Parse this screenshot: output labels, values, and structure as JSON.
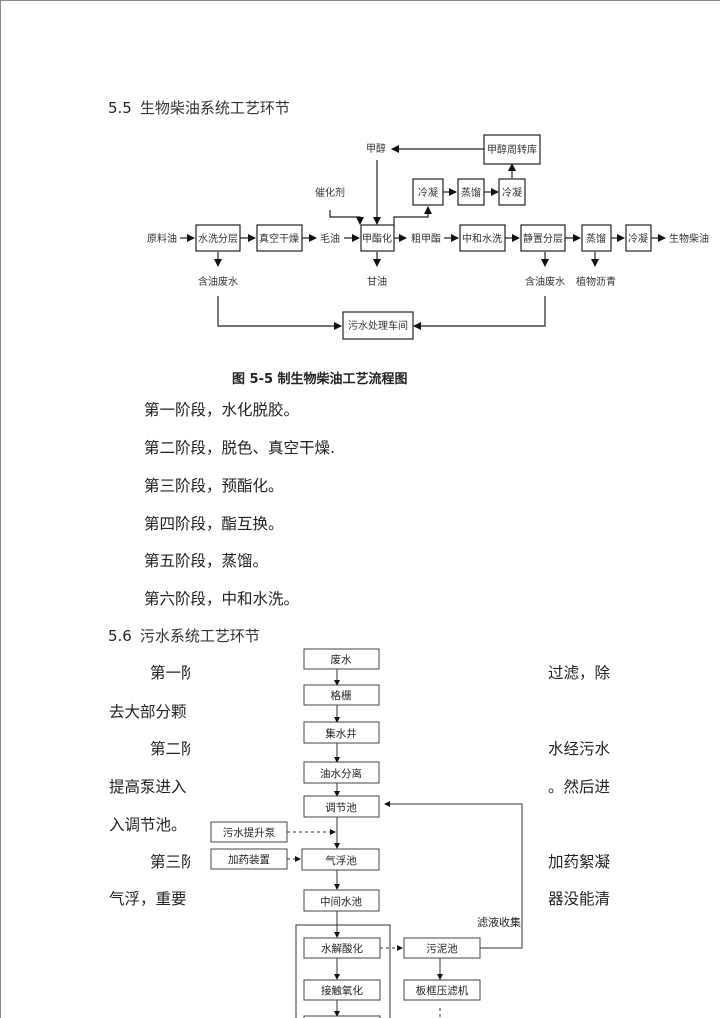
{
  "section_5_5": {
    "number": "5.5",
    "title": "生物柴油系统工艺环节"
  },
  "biodiesel_flow": {
    "inputs": {
      "raw_oil": "原料油",
      "catalyst": "催化剂",
      "methanol": "甲醇",
      "crude_oil": "毛油",
      "crude_ester": "粗甲酯",
      "biodiesel": "生物柴油"
    },
    "boxes": {
      "water_wash_layer": "水洗分层",
      "vacuum_dry": "真空干燥",
      "methyl_esterify": "甲酯化",
      "neutral_wash": "中和水洗",
      "static_layer": "静置分层",
      "distill_1": "蒸馏",
      "condense_1": "冷凝",
      "condense_top1": "冷凝",
      "distill_top": "蒸馏",
      "condense_top2": "冷凝",
      "methanol_store": "甲醇周转库",
      "sewage_plant": "污水处理车间"
    },
    "outputs": {
      "oily_waste_1": "含油废水",
      "glycerin": "甘油",
      "oily_waste_2": "含油废水",
      "plant_asphalt": "植物沥青"
    },
    "caption": "图 5-5  制生物柴油工艺流程图"
  },
  "stages": [
    "第一阶段，水化脱胶。",
    "第二阶段，脱色、真空干燥.",
    "第三阶段，预酯化。",
    "第四阶段，酯互换。",
    "第五阶段，蒸馏。",
    "第六阶段，中和水洗。"
  ],
  "section_5_6": {
    "number": "5.6",
    "title": "污水系统工艺环节"
  },
  "paragraph_fragments": {
    "p1_left": "第一阶",
    "p1_right": "过滤，除",
    "p1b_left": "去大部分颗",
    "p2_left": "第二阶",
    "p2_right": "水经污水",
    "p2b_left": "提高泵进入",
    "p2b_right": "。然后进",
    "p2c_left": "入调节池。",
    "p3_left": "第三阶",
    "p3_right": "加药絮凝",
    "p3b_left": "气浮，重要",
    "p3b_right": "器没能清"
  },
  "sewage_flow": {
    "boxes": {
      "waste_water": "废水",
      "grille": "格栅",
      "collect_well": "集水井",
      "oil_water_sep": "油水分离",
      "regulating_tank": "调节池",
      "lift_pump": "污水提升泵",
      "dosing_device": "加药装置",
      "air_float_tank": "气浮池",
      "middle_tank": "中间水池",
      "hydrolysis": "水解酸化",
      "contact_oxidation": "接触氧化",
      "sludge_tank": "污泥池",
      "filter_press": "板框压滤机"
    },
    "labels": {
      "filtrate_collect": "滤液收集"
    }
  }
}
